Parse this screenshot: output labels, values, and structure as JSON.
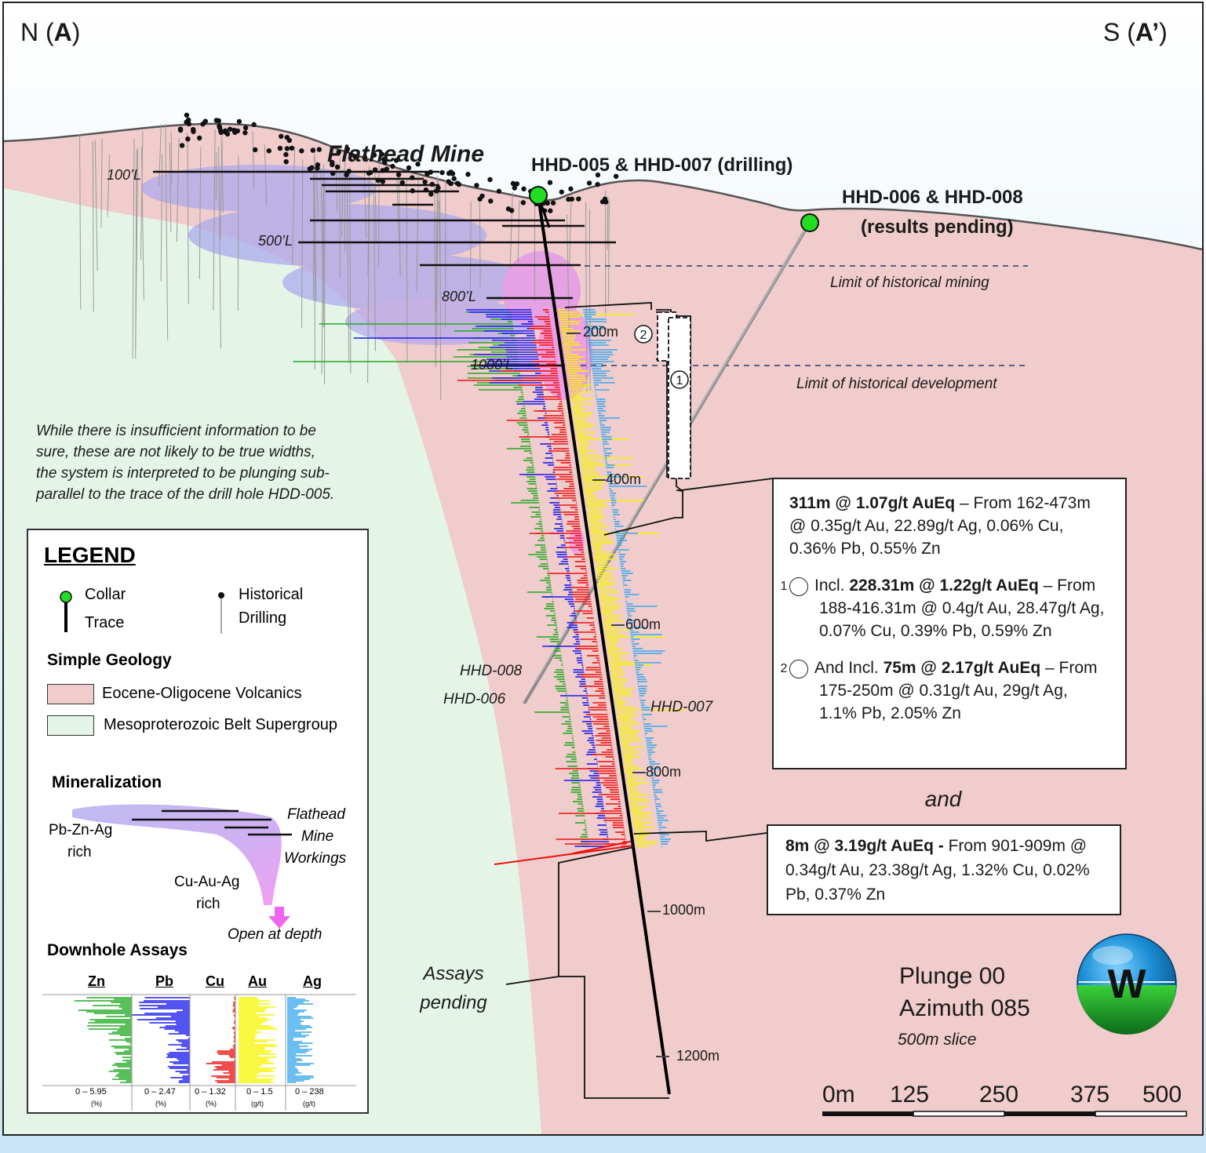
{
  "orientation": {
    "north": "N (A)",
    "south": "S (A’)"
  },
  "features": {
    "mine_name": "Flathead Mine",
    "collar_1": "HHD-005 & HHD-007 (drilling)",
    "collar_2_line1": "HHD-006 & HHD-008",
    "collar_2_line2": "(results pending)",
    "limit_mining": "Limit of historical mining",
    "limit_development": "Limit of historical development",
    "assays_pending_1": "Assays",
    "assays_pending_2": "pending",
    "and_label": "and"
  },
  "levels": [
    "100’L",
    "500’L",
    "800’L",
    "1000’L"
  ],
  "depths": [
    "200m",
    "400m",
    "600m",
    "800m",
    "1000m",
    "1200m"
  ],
  "hole_labels": [
    "HHD-008",
    "HHD-006",
    "HHD-007"
  ],
  "interval_markers": [
    "1",
    "2"
  ],
  "note_lines": [
    "While there is insufficient information to be",
    "sure, these are not likely to be true widths,",
    "the system is interpreted to be plunging sub-",
    "parallel to the trace of the drill hole HDD-005."
  ],
  "result_1": {
    "main_bold": "311m @ 1.07g/t AuEq",
    "main_rest": " – From 162-473m @ 0.35g/t Au, 22.89g/t Ag, 0.06% Cu, 0.36% Pb, 0.55% Zn",
    "incl1_num": "1",
    "incl1_pre": "Incl. ",
    "incl1_bold": "228.31m @ 1.22g/t AuEq",
    "incl1_rest": " – From 188-416.31m @ 0.4g/t Au, 28.47g/t Ag, 0.07% Cu, 0.39% Pb, 0.59% Zn",
    "incl2_num": "2",
    "incl2_pre": "And Incl. ",
    "incl2_bold": "75m @ 2.17g/t AuEq",
    "incl2_rest": " – From 175-250m @ 0.31g/t Au, 29g/t Ag, 1.1% Pb, 2.05% Zn"
  },
  "result_2": {
    "main_bold": "8m @ 3.19g/t AuEq - ",
    "main_rest": "From 901-909m @ 0.34g/t Au, 23.38g/t Ag, 1.32% Cu, 0.02% Pb, 0.37% Zn"
  },
  "view": {
    "plunge": "Plunge 00",
    "azimuth": "Azimuth 085",
    "slice": "500m slice",
    "compass_letter": "W"
  },
  "scale_bar": [
    "0m",
    "125",
    "250",
    "375",
    "500"
  ],
  "legend": {
    "title": "LEGEND",
    "collar": "Collar",
    "trace": "Trace",
    "historical_1": "Historical",
    "historical_2": "Drilling",
    "geology_title": "Simple Geology",
    "geology": [
      {
        "label": "Eocene-Oligocene Volcanics",
        "color": "#f0cccc"
      },
      {
        "label": "Mesoproterozoic Belt Supergroup",
        "color": "#e4f5e8"
      }
    ],
    "mineralization_title": "Mineralization",
    "min_pbznag_1": "Pb-Zn-Ag",
    "min_pbznag_2": "rich",
    "min_flathead_1": "Flathead",
    "min_flathead_2": "Mine",
    "min_flathead_3": "Workings",
    "min_cuauag_1": "Cu-Au-Ag",
    "min_cuauag_2": "rich",
    "min_open": "Open at depth",
    "assays_title": "Downhole Assays",
    "assays": [
      {
        "element": "Zn",
        "range": "0 – 5.95",
        "unit": "(%)",
        "color": "#22aa22"
      },
      {
        "element": "Pb",
        "range": "0 – 2.47",
        "unit": "(%)",
        "color": "#1a1aee"
      },
      {
        "element": "Cu",
        "range": "0 – 1.32",
        "unit": "(%)",
        "color": "#ee1111"
      },
      {
        "element": "Au",
        "range": "0 – 1.5",
        "unit": "(g/t)",
        "color": "#f6f600"
      },
      {
        "element": "Ag",
        "range": "0 – 238",
        "unit": "(g/t)",
        "color": "#3aa8ee"
      }
    ]
  },
  "colors": {
    "sky": "#d6ecf8",
    "volcanics": "#f0cccc",
    "belt": "#e4f5e8",
    "mineral_pbzn": "#a6a6ee",
    "mineral_cuau": "#ee88ee",
    "collar": "#22dd22"
  }
}
